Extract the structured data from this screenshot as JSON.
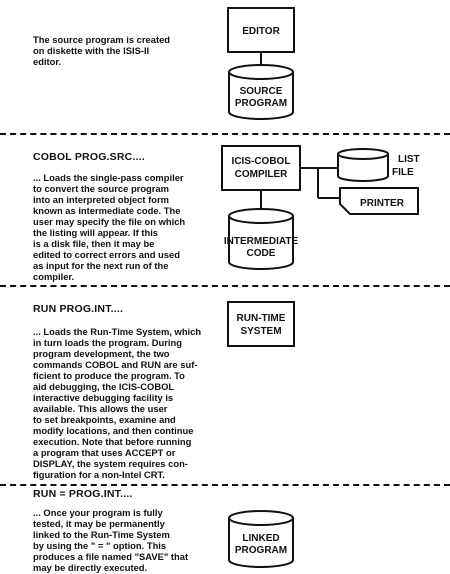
{
  "sections": [
    {
      "command": "",
      "lines": [
        "The source program is created",
        "on diskette with the ISIS-II",
        "editor."
      ]
    },
    {
      "command": "COBOL PROG.SRC....",
      "lines": [
        "... Loads the single-pass compiler",
        "to convert the source program",
        "into an interpreted object form",
        "known as intermediate code. The",
        "user may specify the file on which",
        "the listing will appear. If this",
        "is a disk file, then it may be",
        "edited to correct errors and used",
        "as input for the next run of the",
        "compiler."
      ]
    },
    {
      "command": "RUN PROG.INT....",
      "lines": [
        "... Loads the Run-Time System, which",
        "in turn loads the program. During",
        "program development, the two",
        "commands COBOL and RUN are suf-",
        "ficient to produce the program. To",
        "aid debugging, the ICIS-COBOL",
        "interactive debugging facility is",
        "available. This allows the user",
        "to set breakpoints, examine and",
        "modify locations, and then continue",
        "execution. Note that before running",
        "a program that uses ACCEPT or",
        "DISPLAY, the system requires con-",
        "figuration for a non-Intel CRT."
      ]
    },
    {
      "command": "RUN = PROG.INT....",
      "lines": [
        "... Once your program is fully",
        "tested, it may be permanently",
        "linked to the Run-Time System",
        "by using the \" = \" option. This",
        "produces a file named \"SAVE\" that",
        "may be directly executed."
      ]
    }
  ],
  "diagram": {
    "editor": "EDITOR",
    "source_program": [
      "SOURCE",
      "PROGRAM"
    ],
    "compiler": [
      "ICIS-COBOL",
      "COMPILER"
    ],
    "list_file": [
      "LIST",
      "FILE"
    ],
    "printer": "PRINTER",
    "intermediate_code": [
      "INTERMEDIATE",
      "CODE"
    ],
    "runtime_system": [
      "RUN-TIME",
      "SYSTEM"
    ],
    "linked_program": [
      "LINKED",
      "PROGRAM"
    ]
  }
}
